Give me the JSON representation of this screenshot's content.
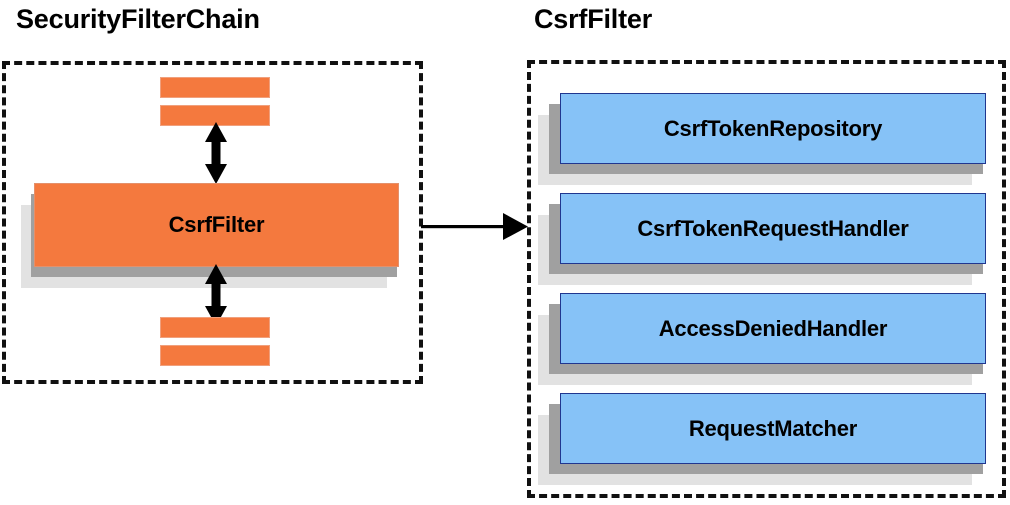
{
  "diagram": {
    "type": "component-collaboration-diagram",
    "background_color": "#ffffff",
    "panels": [
      {
        "id": "security-filter-chain",
        "title": "SecurityFilterChain",
        "border_style": "dashed",
        "border_color": "#111111"
      },
      {
        "id": "csrf-filter",
        "title": "CsrfFilter",
        "border_style": "dashed",
        "border_color": "#111111"
      }
    ]
  },
  "left_panel": {
    "title": "SecurityFilterChain",
    "main_box": {
      "label": "CsrfFilter",
      "fill_color": "#F4793E",
      "border_color": "#E4906B",
      "shadow_colors": [
        "#A0A0A0",
        "#E2E2E2"
      ]
    },
    "stub_bars": {
      "fill_color": "#F4793E",
      "border_color": "#F0A07D",
      "top_count": 2,
      "bottom_count": 2
    },
    "arrows": [
      {
        "name": "arrow-filter-above",
        "direction": "double-vertical",
        "color": "#000000"
      },
      {
        "name": "arrow-filter-below",
        "direction": "double-vertical",
        "color": "#000000"
      }
    ]
  },
  "connector": {
    "name": "arrow-chain-to-csrffilter",
    "direction": "right",
    "color": "#000000"
  },
  "right_panel": {
    "title": "CsrfFilter",
    "collaborators": [
      {
        "label": "CsrfTokenRepository",
        "fill_color": "#86C2F7",
        "border_color": "#20368F"
      },
      {
        "label": "CsrfTokenRequestHandler",
        "fill_color": "#86C2F7",
        "border_color": "#20368F"
      },
      {
        "label": "AccessDeniedHandler",
        "fill_color": "#86C2F7",
        "border_color": "#20368F"
      },
      {
        "label": "RequestMatcher",
        "fill_color": "#86C2F7",
        "border_color": "#20368F"
      }
    ],
    "shadow_colors": [
      "#A0A0A0",
      "#E2E2E2"
    ]
  }
}
